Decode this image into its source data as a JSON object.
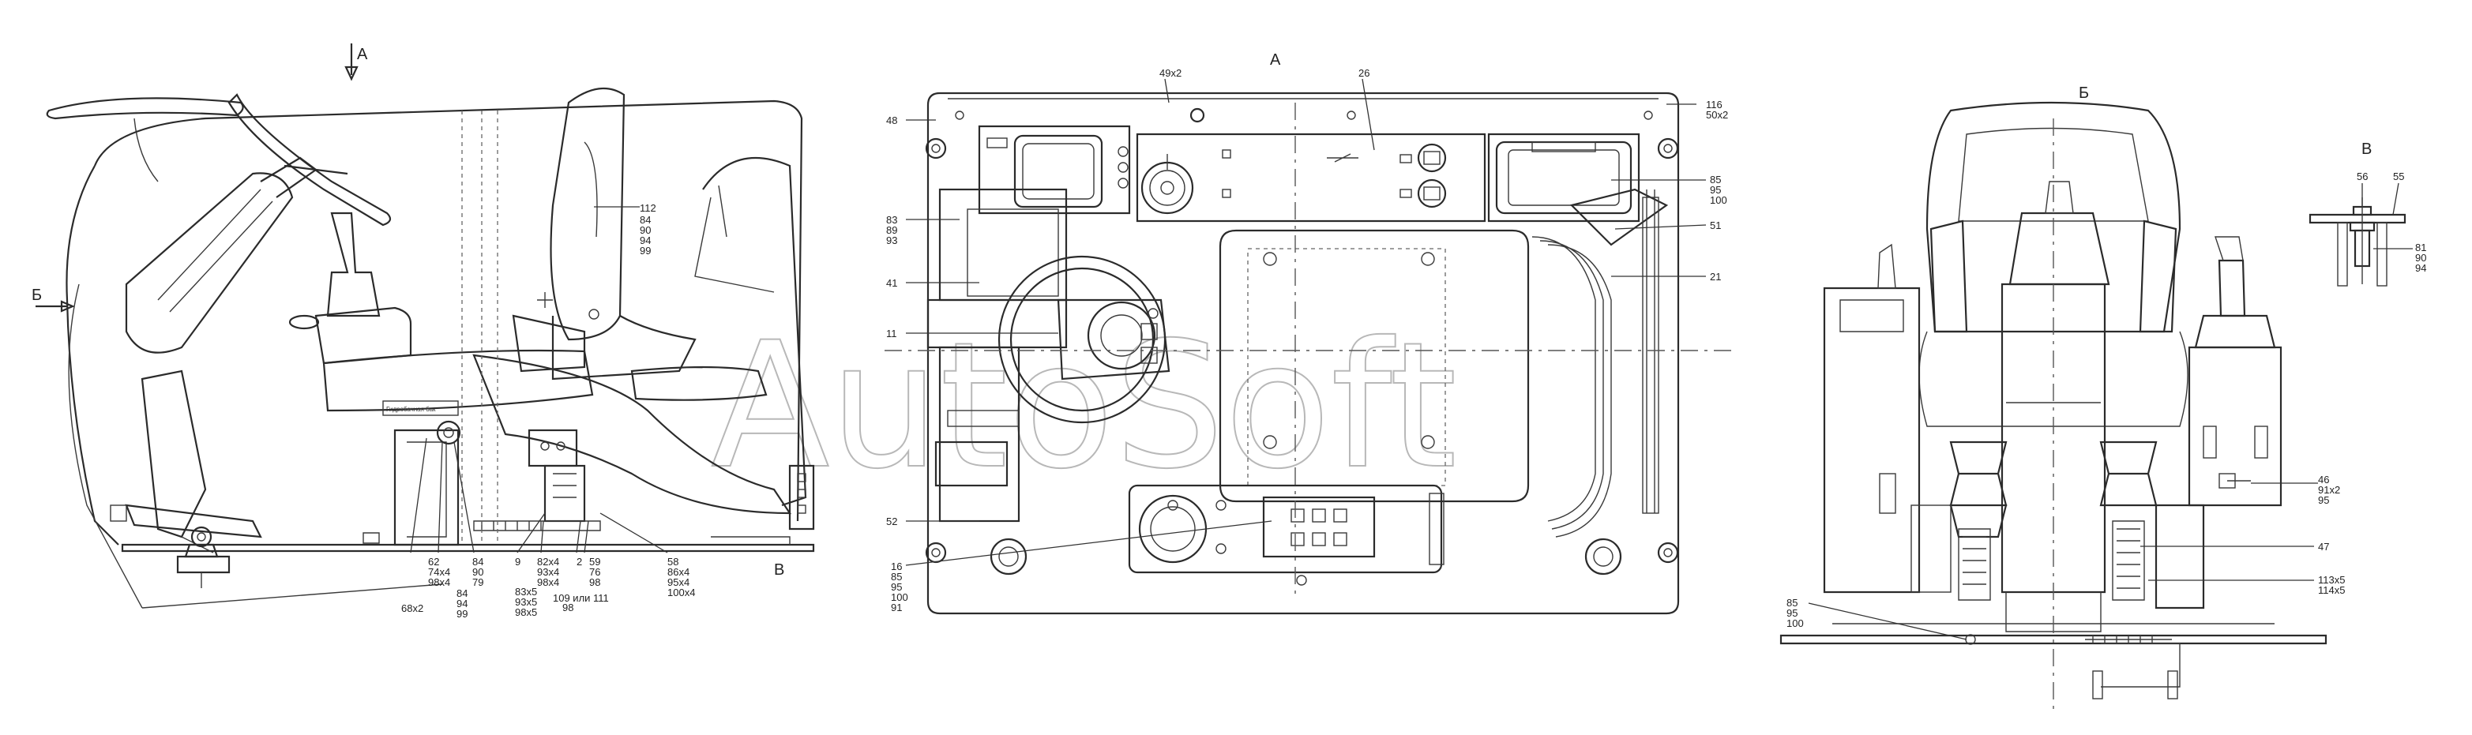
{
  "views": {
    "a": "А",
    "b": "Б",
    "v": "В",
    "left_v": "В",
    "left_b": "Б",
    "left_a": "А"
  },
  "watermark": "AutoSoft",
  "left_view": {
    "tank_plate": "Гидробачная бак",
    "callouts": {
      "c112": "112",
      "c84a": "84",
      "c90a": "90",
      "c94a": "94",
      "c99a": "99",
      "c62": "62",
      "c74x4": "74х4",
      "c98x4": "98х4",
      "c84b": "84",
      "c90b": "90",
      "c79": "79",
      "c84c": "84",
      "c94b": "94",
      "c99b": "99",
      "c68x2": "68х2",
      "c9": "9",
      "c82x4": "82х4",
      "c93x4": "93х4",
      "c98x4b": "98х4",
      "c83x5": "83х5",
      "c93x5": "93х5",
      "c98x5": "98х5",
      "c109": "109 или 111",
      "c98": "98",
      "c2": "2",
      "c59": "59",
      "c76": "76",
      "c98b": "98",
      "c58": "58",
      "c86x4": "86х4",
      "c95x4": "95х4",
      "c100x4": "100х4"
    }
  },
  "view_a": {
    "callouts": {
      "c49x2": "49х2",
      "c26": "26",
      "c116": "116",
      "c50x2": "50х2",
      "c48": "48",
      "c85": "85",
      "c95": "95",
      "c100": "100",
      "c83": "83",
      "c89": "89",
      "c93": "93",
      "c51": "51",
      "c41": "41",
      "c21": "21",
      "c11": "11",
      "c52": "52",
      "c16": "16",
      "c85b": "85",
      "c95b": "95",
      "c100b": "100",
      "c91": "91"
    }
  },
  "view_b": {
    "callouts": {
      "c46": "46",
      "c91x2": "91х2",
      "c95": "95",
      "c47": "47",
      "c113x5": "113х5",
      "c114x5": "114х5",
      "c85": "85",
      "c95b": "95",
      "c100": "100"
    }
  },
  "view_v": {
    "callouts": {
      "c56": "56",
      "c55": "55",
      "c81": "81",
      "c90": "90",
      "c94": "94"
    }
  }
}
